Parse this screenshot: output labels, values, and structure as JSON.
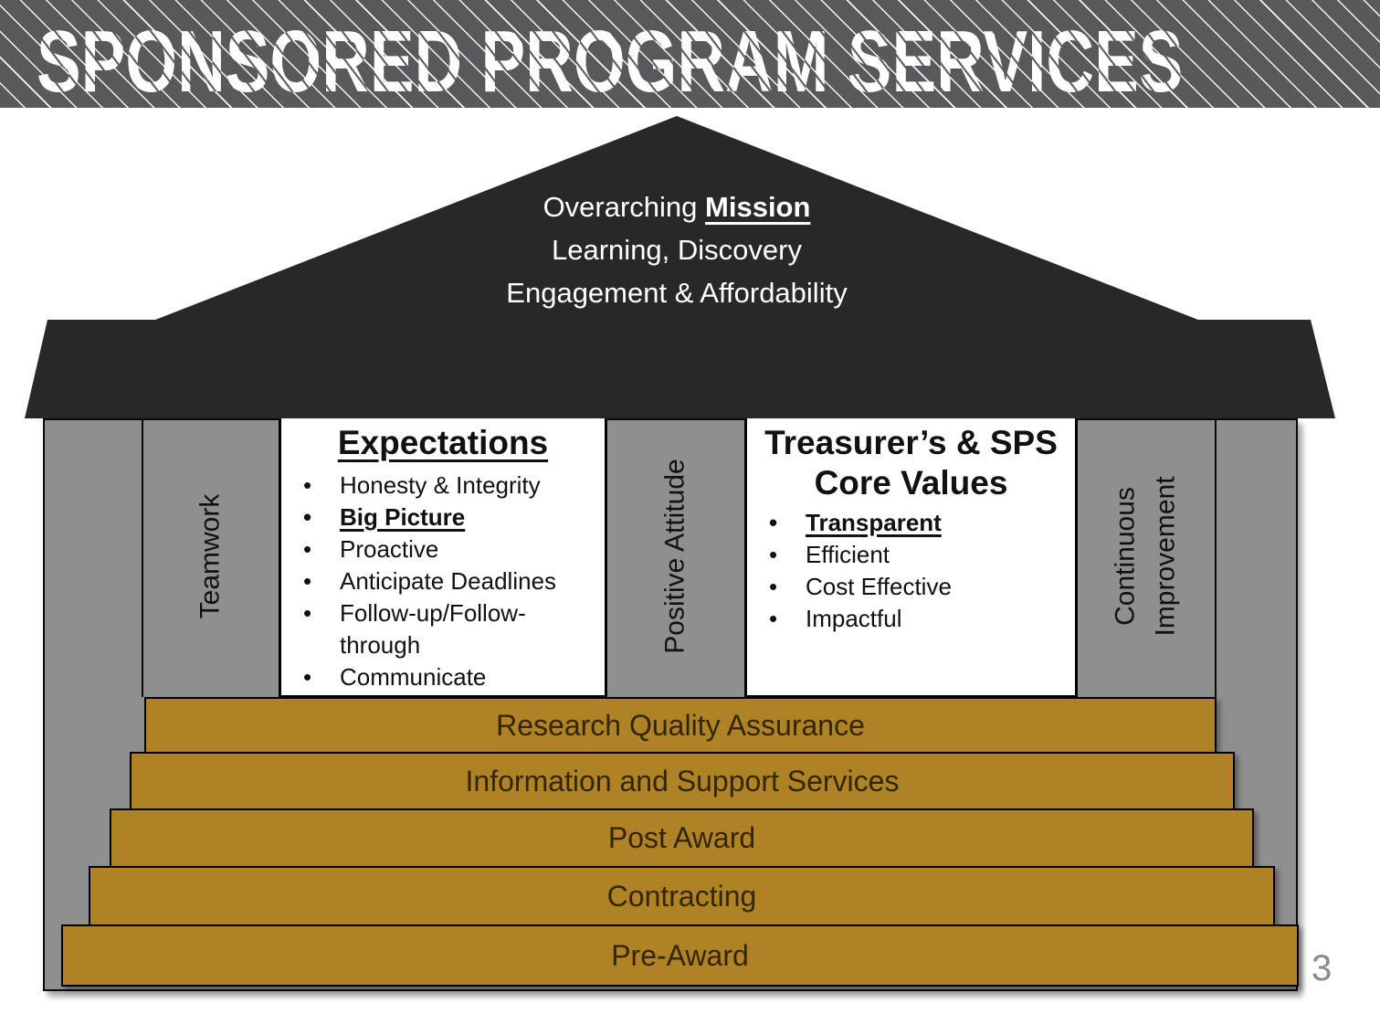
{
  "slide": {
    "title": "SPONSORED PROGRAM SERVICES",
    "page_number": "3"
  },
  "pediment": {
    "line1_prefix": "Overarching ",
    "line1_emphasis": "Mission",
    "line2": "Learning, Discovery",
    "line3": "Engagement & Affordability"
  },
  "pillars": {
    "left": {
      "label": "Teamwork"
    },
    "middle": {
      "label": "Positive Attitude"
    },
    "right": {
      "line1": "Continuous",
      "line2": "Improvement"
    }
  },
  "boxes": {
    "expectations": {
      "title": "Expectations",
      "items": [
        "Honesty & Integrity",
        "Big Picture",
        "Proactive",
        "Anticipate Deadlines",
        "Follow-up/Follow-through",
        "Communicate"
      ]
    },
    "core_values": {
      "title_line1": "Treasurer’s & SPS",
      "title_line2": "Core Values",
      "items": [
        "Transparent",
        "Efficient",
        "Cost Effective",
        "Impactful"
      ]
    }
  },
  "steps": [
    {
      "label": "Research Quality Assurance"
    },
    {
      "label": "Information and Support Services"
    },
    {
      "label": "Post Award"
    },
    {
      "label": "Contracting"
    },
    {
      "label": "Pre-Award"
    }
  ],
  "colors": {
    "roof_dark": "#282828",
    "pillar_gray": "#8f8f8f",
    "step_gold": "#b08226",
    "header_background": "#59595b",
    "title_text": "#ffffff",
    "page_number_gray": "#8b8b8b"
  }
}
